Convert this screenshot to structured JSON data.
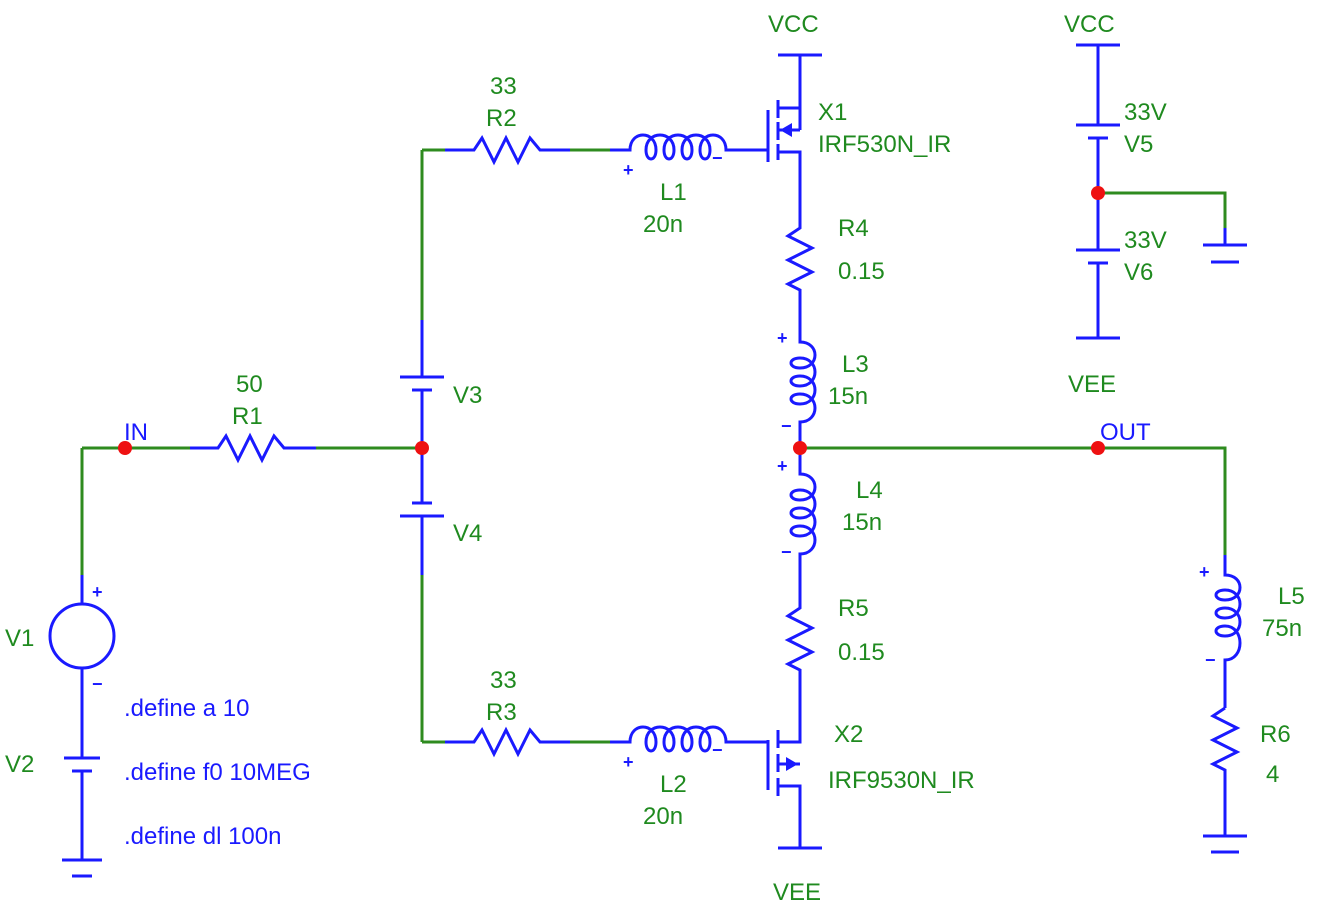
{
  "colors": {
    "wire": "#2e8b1f",
    "component": "#1a1aff",
    "junction": "#ee1111",
    "label": "#1f8a1f"
  },
  "nets": {
    "in": "IN",
    "out": "OUT"
  },
  "power": {
    "vcc_top": "VCC",
    "vcc_right": "VCC",
    "vee_right": "VEE",
    "vee_bottom": "VEE"
  },
  "components": {
    "R1": {
      "name": "R1",
      "value": "50"
    },
    "R2": {
      "name": "R2",
      "value": "33"
    },
    "R3": {
      "name": "R3",
      "value": "33"
    },
    "R4": {
      "name": "R4",
      "value": "0.15"
    },
    "R5": {
      "name": "R5",
      "value": "0.15"
    },
    "R6": {
      "name": "R6",
      "value": "4"
    },
    "L1": {
      "name": "L1",
      "value": "20n"
    },
    "L2": {
      "name": "L2",
      "value": "20n"
    },
    "L3": {
      "name": "L3",
      "value": "15n"
    },
    "L4": {
      "name": "L4",
      "value": "15n"
    },
    "L5": {
      "name": "L5",
      "value": "75n"
    },
    "X1": {
      "name": "X1",
      "value": "IRF530N_IR"
    },
    "X2": {
      "name": "X2",
      "value": "IRF9530N_IR"
    },
    "V1": {
      "name": "V1"
    },
    "V2": {
      "name": "V2"
    },
    "V3": {
      "name": "V3"
    },
    "V4": {
      "name": "V4"
    },
    "V5": {
      "name": "V5",
      "value": "33V"
    },
    "V6": {
      "name": "V6",
      "value": "33V"
    }
  },
  "directives": [
    ".define a 10",
    ".define f0 10MEG",
    ".define dl 100n"
  ],
  "polarity": {
    "plus": "+",
    "minus": "−"
  }
}
